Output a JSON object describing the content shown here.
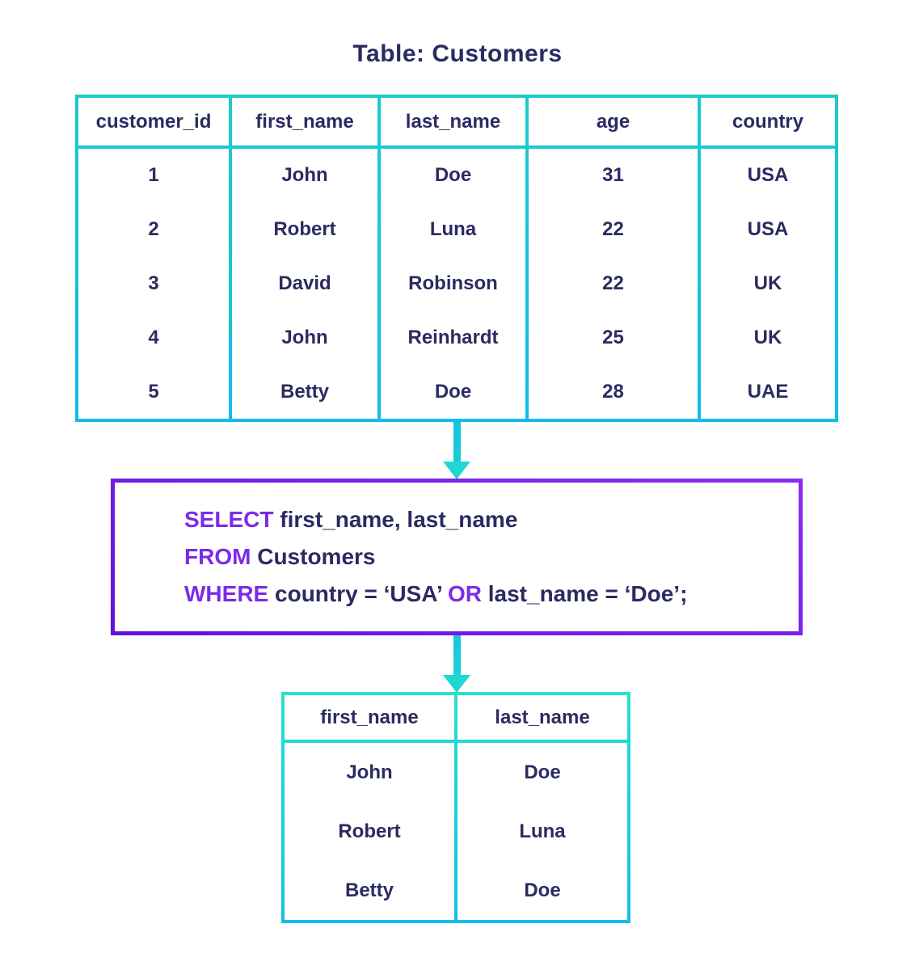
{
  "title": "Table: Customers",
  "source_table": {
    "columns": [
      "customer_id",
      "first_name",
      "last_name",
      "age",
      "country"
    ],
    "rows": [
      [
        "1",
        "John",
        "Doe",
        "31",
        "USA"
      ],
      [
        "2",
        "Robert",
        "Luna",
        "22",
        "USA"
      ],
      [
        "3",
        "David",
        "Robinson",
        "22",
        "UK"
      ],
      [
        "4",
        "John",
        "Reinhardt",
        "25",
        "UK"
      ],
      [
        "5",
        "Betty",
        "Doe",
        "28",
        "UAE"
      ]
    ]
  },
  "query": {
    "line1": {
      "keyword": "SELECT",
      "rest": " first_name, last_name"
    },
    "line2": {
      "keyword": "FROM",
      "rest": " Customers"
    },
    "line3": {
      "keyword1": "WHERE",
      "part1": " country = ‘USA’ ",
      "keyword2": "OR",
      "part2": " last_name = ‘Doe’;"
    }
  },
  "result_table": {
    "columns": [
      "first_name",
      "last_name"
    ],
    "rows": [
      [
        "John",
        "Doe"
      ],
      [
        "Robert",
        "Luna"
      ],
      [
        "Betty",
        "Doe"
      ]
    ]
  },
  "colors": {
    "text_navy": "#2b2b62",
    "keyword_purple": "#7c2be8",
    "table_border_teal_top": "#1bcbca",
    "table_border_blue_bottom": "#10bde9",
    "result_border_teal_top": "#28e0cd",
    "result_border_blue_bottom": "#14c0e8",
    "query_border_purple_start": "#8c2cf4",
    "query_border_purple_end": "#5f11dd",
    "arrow_teal": "#1ed8d2",
    "background": "#ffffff"
  }
}
